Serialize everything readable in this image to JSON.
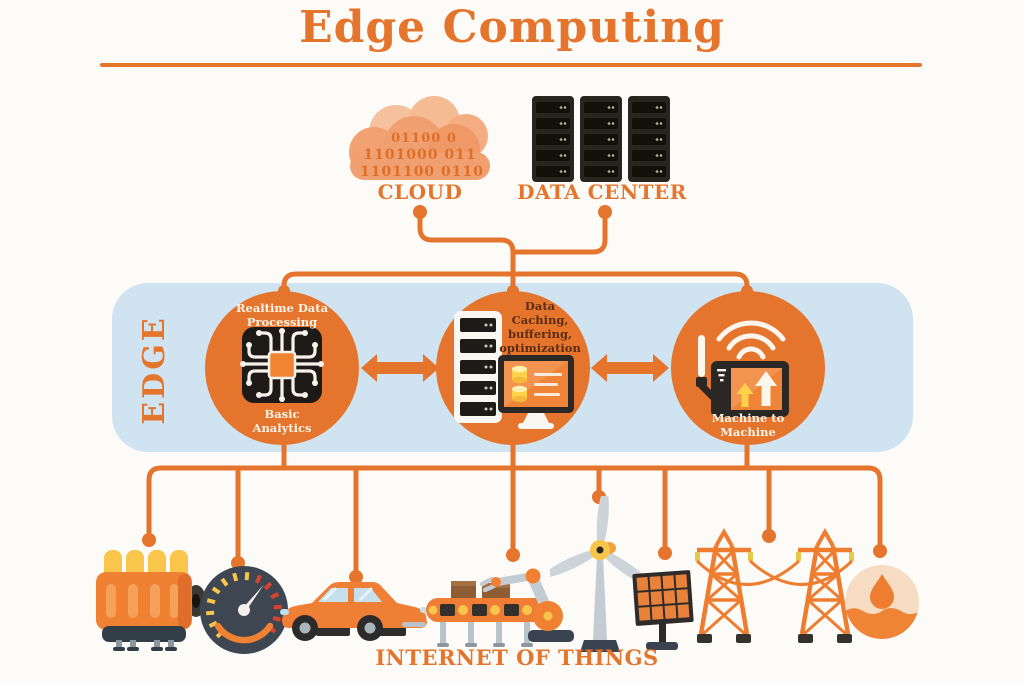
{
  "header": {
    "title": "Edge Computing"
  },
  "top_tier": {
    "cloud": {
      "label": "CLOUD",
      "icon": "binary-cloud-icon",
      "binary_lines": [
        "01100 0",
        "1101000 011",
        "1101100 0110"
      ]
    },
    "data_center": {
      "label": "DATA CENTER",
      "icon": "server-racks-icon"
    }
  },
  "edge_band": {
    "label": "EDGE",
    "nodes": [
      {
        "icon": "circuit-chip-icon",
        "top_lines": [
          "Realtime Data",
          "Processing"
        ],
        "bottom_lines": [
          "Basic",
          "Analytics"
        ]
      },
      {
        "icon": "server-monitor-icon",
        "top_lines": [
          "Data",
          "Caching,",
          "buffering,",
          "optimization"
        ],
        "bottom_lines": []
      },
      {
        "icon": "wireless-device-icon",
        "top_lines": [],
        "bottom_lines": [
          "Machine to",
          "Machine"
        ]
      }
    ]
  },
  "iot_tier": {
    "label": "INTERNET OF THINGS",
    "devices": [
      "engine",
      "gauge",
      "car",
      "conveyor-robot",
      "wind-turbine",
      "solar-panel",
      "power-towers",
      "oil-drop"
    ]
  },
  "colors": {
    "accent": "#e5752c",
    "band_blue": "#cfe3f1",
    "dark": "#26221f"
  }
}
